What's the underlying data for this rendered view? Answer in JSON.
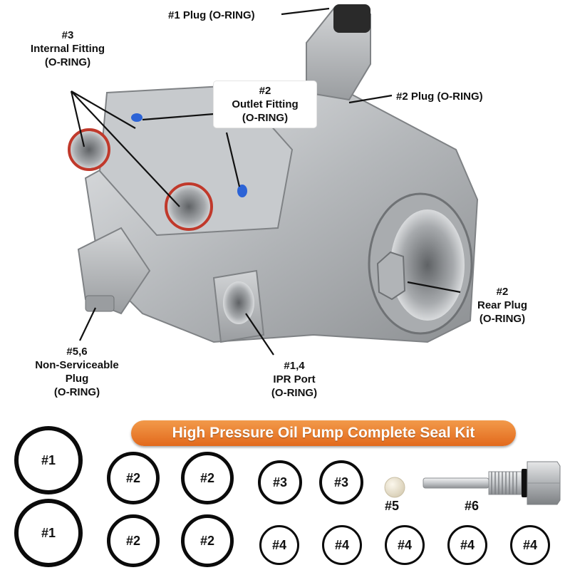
{
  "photo": {
    "callouts": {
      "plug1": {
        "line1": "#1 Plug (O-RING)"
      },
      "internal": {
        "line1": "#3",
        "line2": "Internal Fitting",
        "line3": "(O-RING)"
      },
      "outlet": {
        "line1": "#2",
        "line2": "Outlet Fitting",
        "line3": "(O-RING)"
      },
      "plug2": {
        "line1": "#2 Plug (O-RING)"
      },
      "rear": {
        "line1": "#2",
        "line2": "Rear Plug",
        "line3": "(O-RING)"
      },
      "nonserv": {
        "line1": "#5,6",
        "line2": "Non-Serviceable",
        "line3": "Plug",
        "line4": "(O-RING)"
      },
      "ipr": {
        "line1": "#1,4",
        "line2": "IPR Port",
        "line3": "(O-RING)"
      }
    }
  },
  "kit": {
    "title": "High Pressure Oil Pump Complete Seal Kit",
    "rings": {
      "a": "#1",
      "b": "#1",
      "c": "#2",
      "d": "#2",
      "e": "#2",
      "f": "#2",
      "g": "#3",
      "h": "#3",
      "i": "#4",
      "j": "#4",
      "k": "#4",
      "l": "#4",
      "m": "#4"
    },
    "ball_label": "#5",
    "plug_label": "#6"
  },
  "colors": {
    "banner": "#e8782a",
    "oring": "#0b0b0b",
    "metal": "#b9bcbf",
    "seal_red": "#c0392b",
    "seal_blue": "#2c63d6"
  }
}
